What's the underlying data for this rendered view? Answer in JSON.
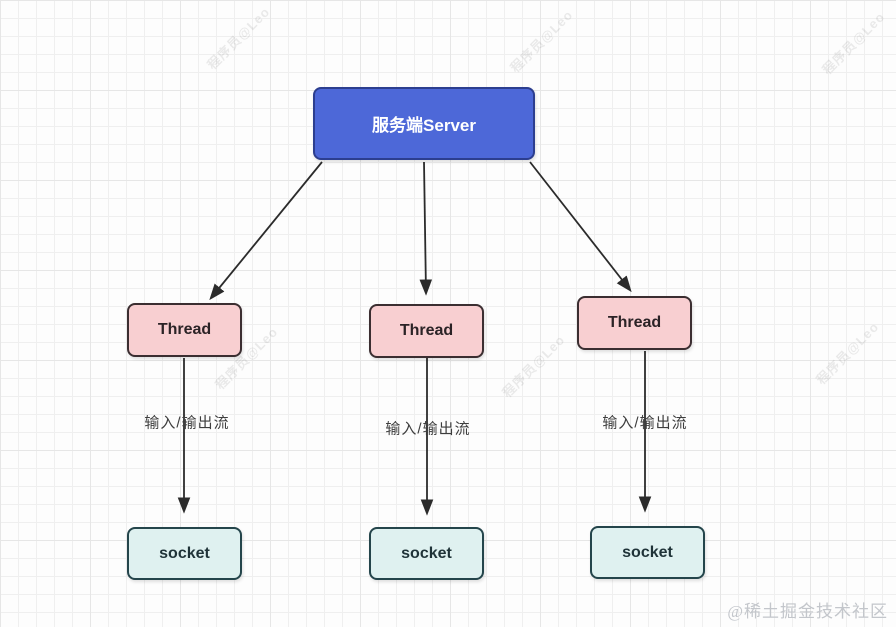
{
  "diagram": {
    "server": {
      "label": "服务端Server"
    },
    "threads": [
      {
        "label": "Thread"
      },
      {
        "label": "Thread"
      },
      {
        "label": "Thread"
      }
    ],
    "sockets": [
      {
        "label": "socket"
      },
      {
        "label": "socket"
      },
      {
        "label": "socket"
      }
    ],
    "edge_labels": [
      "输入/输出流",
      "输入/输出流",
      "输入/输出流"
    ],
    "colors": {
      "server_fill": "#4d68d8",
      "server_border": "#2c3e8f",
      "server_text": "#ffffff",
      "thread_fill": "#f8cfd1",
      "thread_border": "#3b2e31",
      "socket_fill": "#dff1f0",
      "socket_border": "#24454b",
      "line": "#2b2b2b"
    }
  },
  "watermarks": {
    "text": "程序员@Leo"
  },
  "footer": {
    "credit": "@稀土掘金技术社区"
  }
}
